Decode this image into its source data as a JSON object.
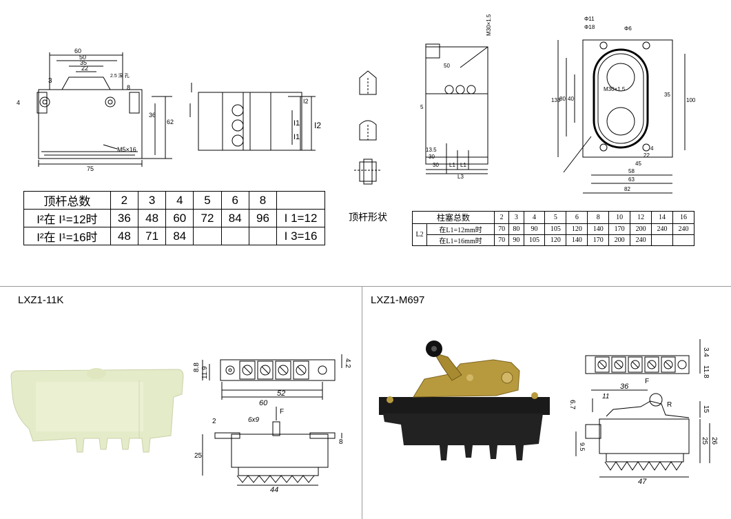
{
  "top_left": {
    "front_view": {
      "dims": [
        "60",
        "50",
        "35",
        "22",
        "3",
        "4",
        "8",
        "36",
        "62",
        "M5×16",
        "75"
      ],
      "note_small": "2.5 深 孔"
    },
    "side_view": {
      "dims": [
        "I2",
        "I1",
        "I1",
        "I2"
      ]
    },
    "table": {
      "header": [
        "顶杆总数",
        "2",
        "3",
        "4",
        "5",
        "6",
        "8",
        ""
      ],
      "rows": [
        [
          "I²在 I¹=12时",
          "36",
          "48",
          "60",
          "72",
          "84",
          "96",
          "I 1=12"
        ],
        [
          "I²在 I¹=16时",
          "48",
          "71",
          "84",
          "",
          "",
          "",
          "I 3=16"
        ]
      ]
    }
  },
  "top_right": {
    "plunger_label": "顶杆形状",
    "side_dims": [
      "M30×1.5",
      "50",
      "5",
      "13.5",
      "30",
      "30",
      "L1",
      "L1",
      "L3"
    ],
    "top_dims": [
      "Φ11",
      "Φ18",
      "Φ6",
      "133",
      "80",
      "40",
      "M30×1.5",
      "35",
      "100",
      "45",
      "22",
      "4",
      "58",
      "63",
      "82"
    ],
    "table": {
      "header": [
        "柱塞总数",
        "2",
        "3",
        "4",
        "5",
        "6",
        "8",
        "10",
        "12",
        "14",
        "16"
      ],
      "row_label": "L2",
      "rows": [
        [
          "在L1=12mm时",
          "70",
          "80",
          "90",
          "105",
          "120",
          "140",
          "170",
          "200",
          "240",
          "240"
        ],
        [
          "在L1=16mm时",
          "70",
          "90",
          "105",
          "120",
          "140",
          "170",
          "200",
          "240",
          "",
          ""
        ]
      ]
    }
  },
  "bottom_left": {
    "title": "LXZ1-11K",
    "dims": [
      "8.8",
      "11.9",
      "52",
      "60",
      "4.2",
      "2",
      "F",
      "6x9",
      "25",
      "8",
      "44"
    ]
  },
  "bottom_right": {
    "title": "LXZ1-M697",
    "dims": [
      "3.4",
      "11.8",
      "F",
      "36",
      "11",
      "6.7",
      "R",
      "15",
      "26",
      "25",
      "9.5",
      "47"
    ]
  },
  "colors": {
    "line": "#000000",
    "divider": "#999999",
    "white_switch": "#e4ebc8",
    "black_switch": "#1a1a1a",
    "brass": "#b89a3e"
  }
}
